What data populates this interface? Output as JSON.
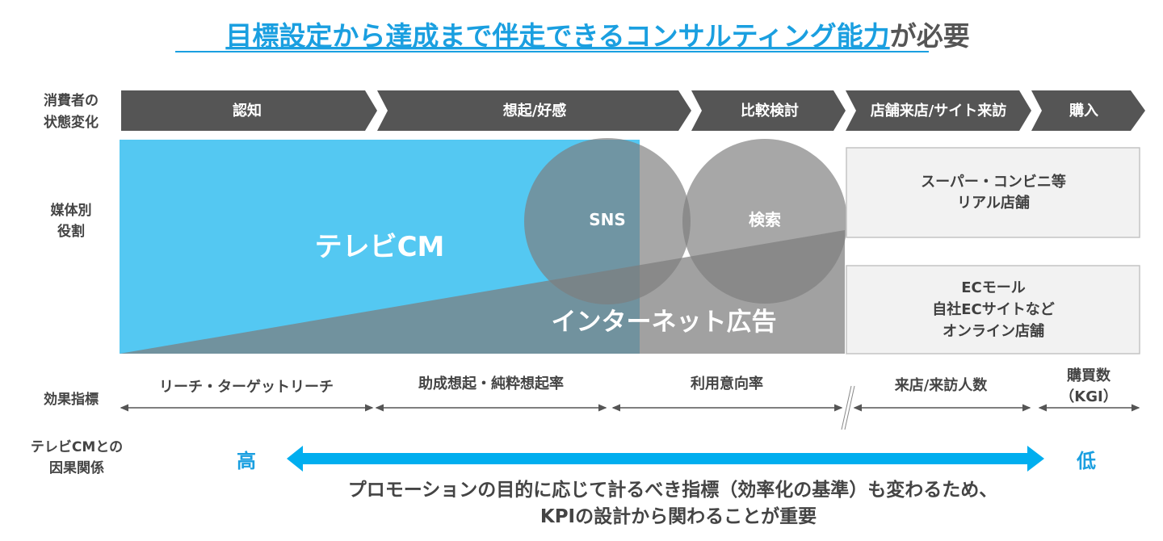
{
  "title": {
    "highlight": "目標設定から達成まで伴走できるコンサルティング能力",
    "rest": "が必要"
  },
  "row_labels": {
    "consumer": [
      "消費者の",
      "状態変化"
    ],
    "media": [
      "媒体別",
      "役割"
    ],
    "metrics": "効果指標",
    "causality": [
      "テレビCMとの",
      "因果関係"
    ]
  },
  "stages": [
    "認知",
    "想起/好感",
    "比較検討",
    "店舗来店/サイト来訪",
    "購入"
  ],
  "media": {
    "tv": "テレビCM",
    "sns": "SNS",
    "search": "検索",
    "internet": "インターネット広告",
    "real_store": [
      "スーパー・コンビニ等",
      "リアル店舗"
    ],
    "online_store": [
      "ECモール",
      "自社ECサイトなど",
      "オンライン店舗"
    ]
  },
  "metrics": [
    "リーチ・ターゲットリーチ",
    "助成想起・純粋想起率",
    "利用意向率",
    "来店/来訪人数",
    [
      "購買数",
      "（KGI）"
    ]
  ],
  "causality": {
    "high": "高",
    "low": "低"
  },
  "conclusion": [
    "プロモーションの目的に応じて計るべき指標（効率化の基準）も変わるため、",
    "KPIの設計から関わることが重要"
  ],
  "colors": {
    "accent": "#1a9fe0",
    "tv": "#54c8f2",
    "chevron": "#555555",
    "arrow": "#00aeef"
  }
}
